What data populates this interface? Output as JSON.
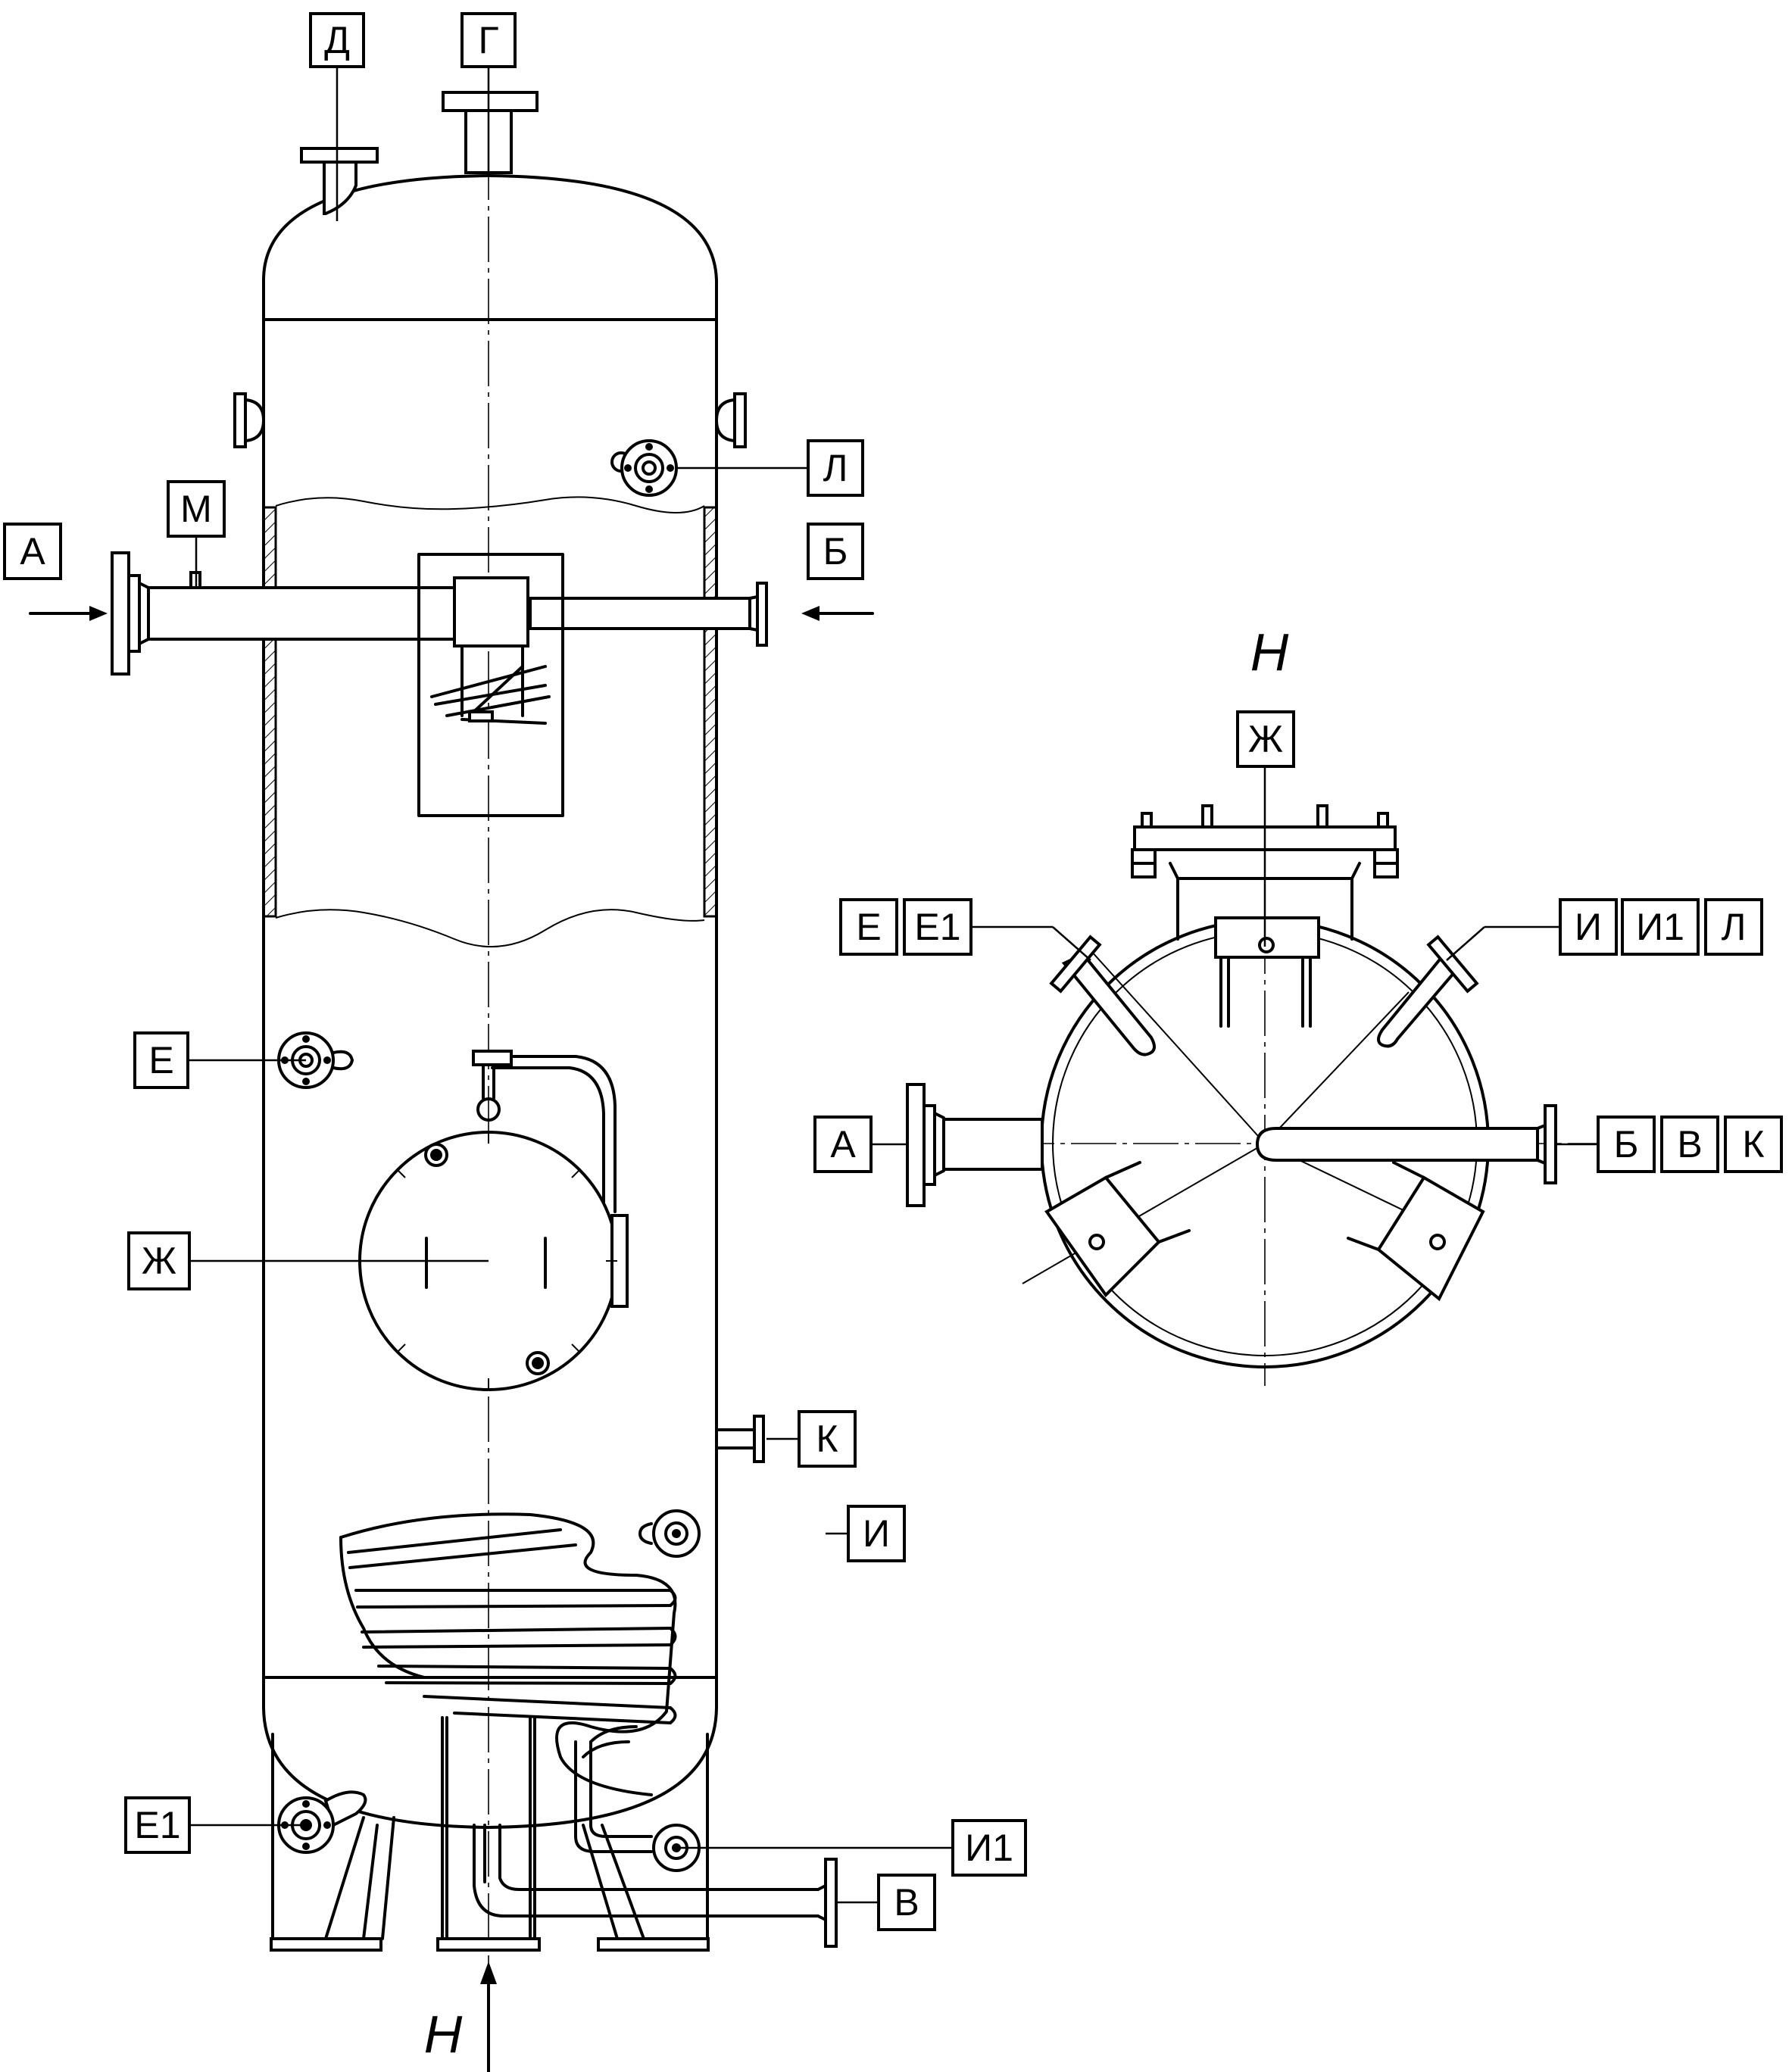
{
  "labels": {
    "A": "А",
    "B": "Б",
    "V": "В",
    "G": "Г",
    "D": "Д",
    "E": "Е",
    "E1": "Е1",
    "ZH": "Ж",
    "I": "И",
    "I1": "И1",
    "K": "К",
    "L": "Л",
    "M": "М"
  },
  "view_title": "Н",
  "view_arrow_label": "Н"
}
